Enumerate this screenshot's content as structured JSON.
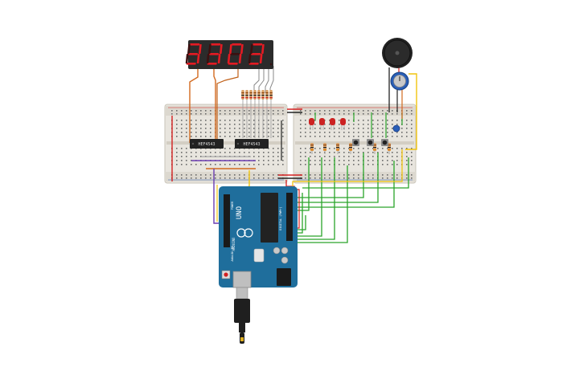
{
  "display": {
    "digits": [
      "3",
      "3",
      "0",
      "3"
    ],
    "segment_on_color": "#e31b23",
    "segment_off_color": "#3a1010",
    "body_color": "#2b2b2b"
  },
  "chips": {
    "left_label": "HEF4543",
    "right_label": "HEF4543"
  },
  "arduino": {
    "model_label": "UNO",
    "brand_label": "ARDUINO",
    "digital_label": "DIGITAL (PWM~)",
    "analog_label": "ANALOG IN",
    "power_label": "POWER",
    "board_color": "#1f6e9c"
  },
  "leds": {
    "count": 4,
    "color": "#cc2222"
  },
  "buttons": {
    "count": 3
  },
  "colors": {
    "wire_green": "#2aa52a",
    "wire_yellow": "#f1c40f",
    "wire_orange": "#d2691e",
    "wire_purple": "#6a3db0",
    "wire_red": "#d42020",
    "wire_black": "#222222",
    "breadboard": "#e8e5de",
    "potentiometer": "#2a5fb8",
    "buzzer": "#222222"
  }
}
